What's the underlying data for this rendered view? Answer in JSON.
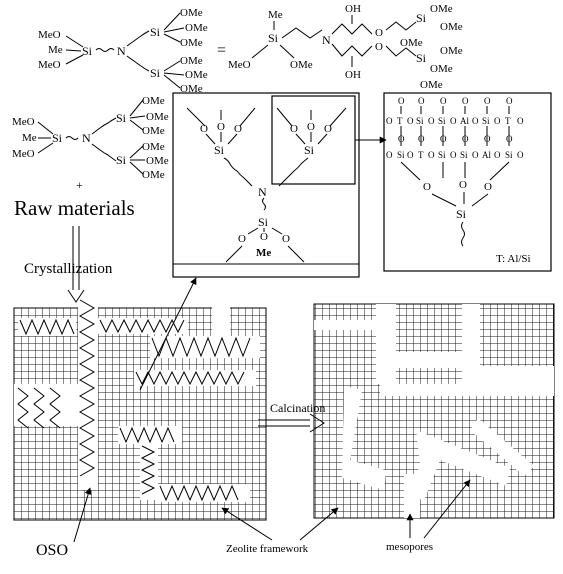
{
  "labels": {
    "raw_materials": "Raw materials",
    "crystallization": "Crystallization",
    "calcination": "Calcination",
    "oso": "OSO",
    "zeolite_framework": "Zeolite framework",
    "mesopores": "mesopores",
    "t_legend": "T: Al/Si",
    "plus": "+",
    "equals": "="
  },
  "chem": {
    "meo": "MeO",
    "me": "Me",
    "ome": "OMe",
    "si": "Si",
    "n": "N",
    "oh": "OH",
    "o": "O",
    "me_bold": "Me",
    "t": "T",
    "al": "Al"
  },
  "colors": {
    "ink": "#000000",
    "paper": "#ffffff",
    "grid": "#1a1a1a"
  }
}
